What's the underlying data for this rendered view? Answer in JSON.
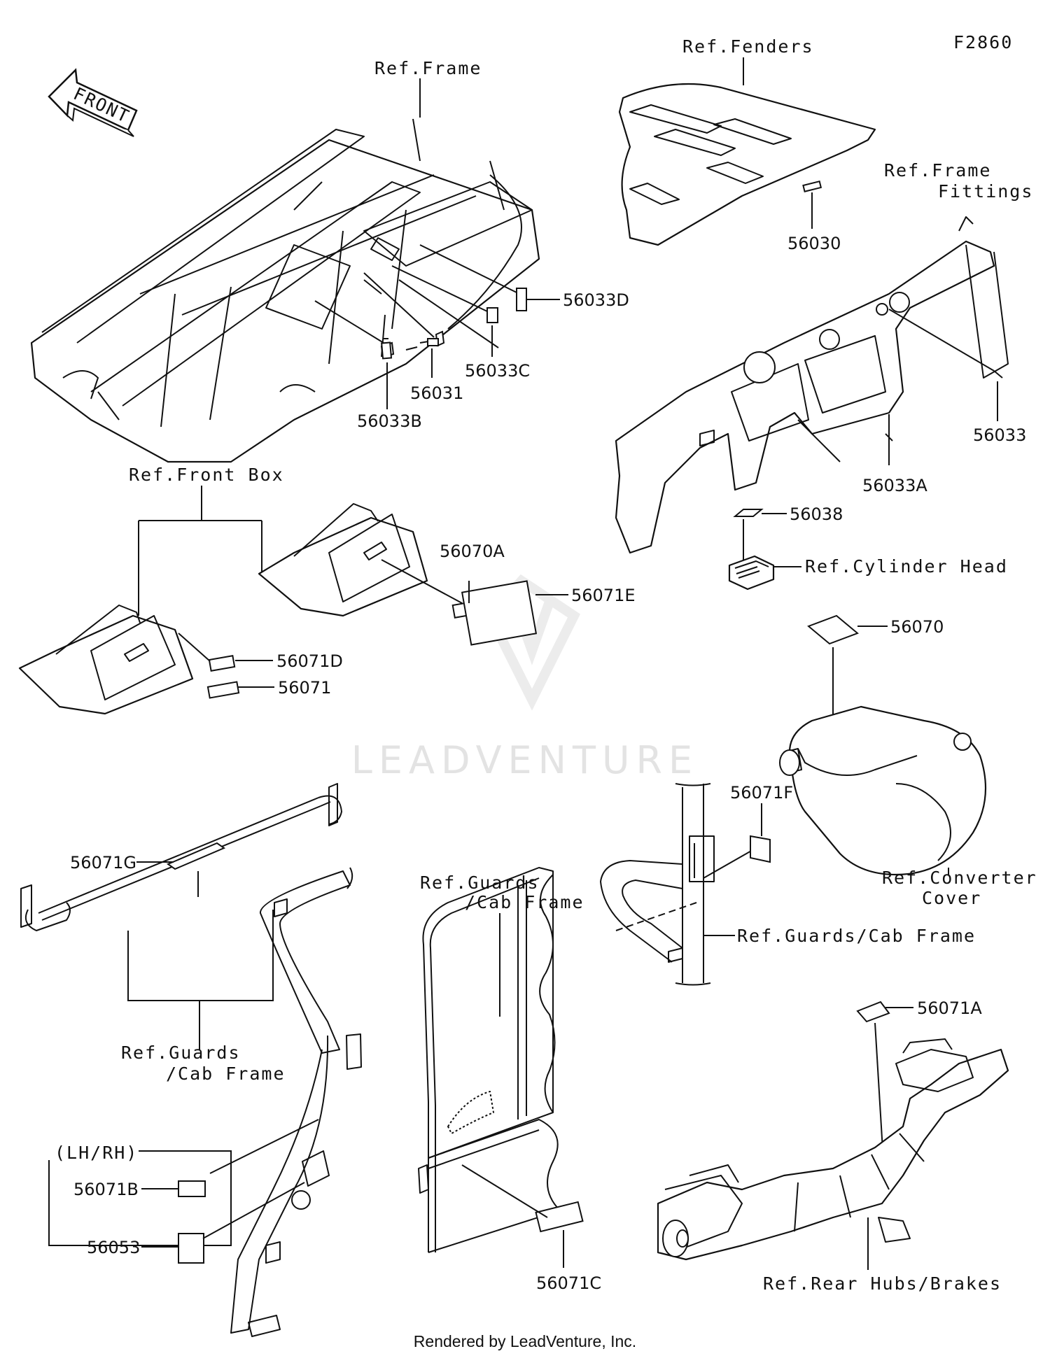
{
  "diagram_code": "F2860",
  "front_arrow": "FRONT",
  "watermark": "LEADVENTURE",
  "credit": "Rendered by LeadVenture, Inc.",
  "refs": {
    "frame": "Ref.Frame",
    "fenders": "Ref.Fenders",
    "frame_fittings_1": "Ref.Frame",
    "frame_fittings_2": "Fittings",
    "front_box": "Ref.Front Box",
    "cylinder_head": "Ref.Cylinder Head",
    "converter_cover_1": "Ref.Converter",
    "converter_cover_2": "Cover",
    "guards_right": "Ref.Guards/Cab Frame",
    "guards_left_1": "Ref.Guards",
    "guards_left_2": "/Cab Frame",
    "guards_center_1": "Ref.Guards",
    "guards_center_2": "/Cab Frame",
    "rear_hubs": "Ref.Rear Hubs/Brakes",
    "lh_rh": "(LH/RH)"
  },
  "parts": {
    "p56033D": "56033D",
    "p56033C": "56033C",
    "p56031": "56031",
    "p56033B": "56033B",
    "p56030": "56030",
    "p56033": "56033",
    "p56033A": "56033A",
    "p56038": "56038",
    "p56070A": "56070A",
    "p56071E": "56071E",
    "p56071D": "56071D",
    "p56071": "56071",
    "p56070": "56070",
    "p56071F": "56071F",
    "p56071G": "56071G",
    "p56071A": "56071A",
    "p56071B": "56071B",
    "p56053": "56053",
    "p56071C": "56071C"
  }
}
